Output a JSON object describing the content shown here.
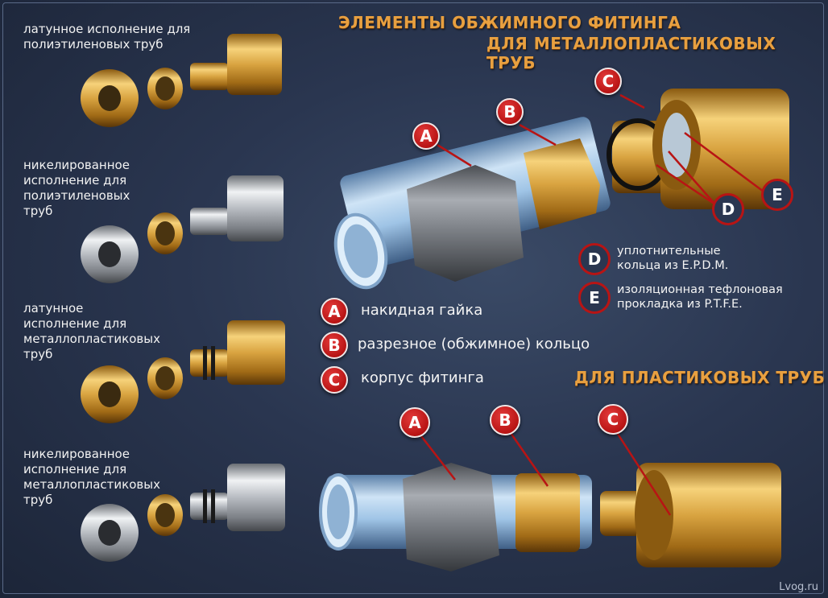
{
  "title": {
    "line1": "ЭЛЕМЕНТЫ ОБЖИМНОГО ФИТИНГА",
    "line2": "ДЛЯ МЕТАЛЛОПЛАСТИКОВЫХ ТРУБ",
    "plastic": "ДЛЯ ПЛАСТИКОВЫХ ТРУБ"
  },
  "variants": [
    {
      "label": "латунное исполнение для полиэтиленовых труб",
      "lines": [
        "латунное исполнение для",
        "полиэтиленовых труб"
      ]
    },
    {
      "label": "никелированное исполнение для полиэтиленовых труб",
      "lines": [
        "никелированное",
        "исполнение для",
        "полиэтиленовых",
        "труб"
      ]
    },
    {
      "label": "латунное исполнение для металлопластиковых труб",
      "lines": [
        "латунное",
        "исполнение для",
        "металлопластиковых",
        "труб"
      ]
    },
    {
      "label": "никелированное исполнение для металлопластиковых труб",
      "lines": [
        "никелированное",
        "исполнение для",
        "металлопластиковых",
        "труб"
      ]
    }
  ],
  "badges": {
    "a": "A",
    "b": "B",
    "c": "C",
    "d": "D",
    "e": "E"
  },
  "legend": {
    "a": "накидная гайка",
    "b": "разрезное (обжимное) кольцо",
    "c": "корпус фитинга"
  },
  "notes": {
    "d": [
      "уплотнительные",
      "кольца из E.P.D.M."
    ],
    "e": [
      "изоляционная тефлоновая",
      "прокладка из P.T.F.E."
    ]
  },
  "watermark": "Lvog.ru",
  "colors": {
    "brass": "#d9a441",
    "nickel": "#b8bcc2",
    "pipe": "#9fc4e6",
    "badge": "#c41a1a",
    "title": "#e8a040"
  }
}
